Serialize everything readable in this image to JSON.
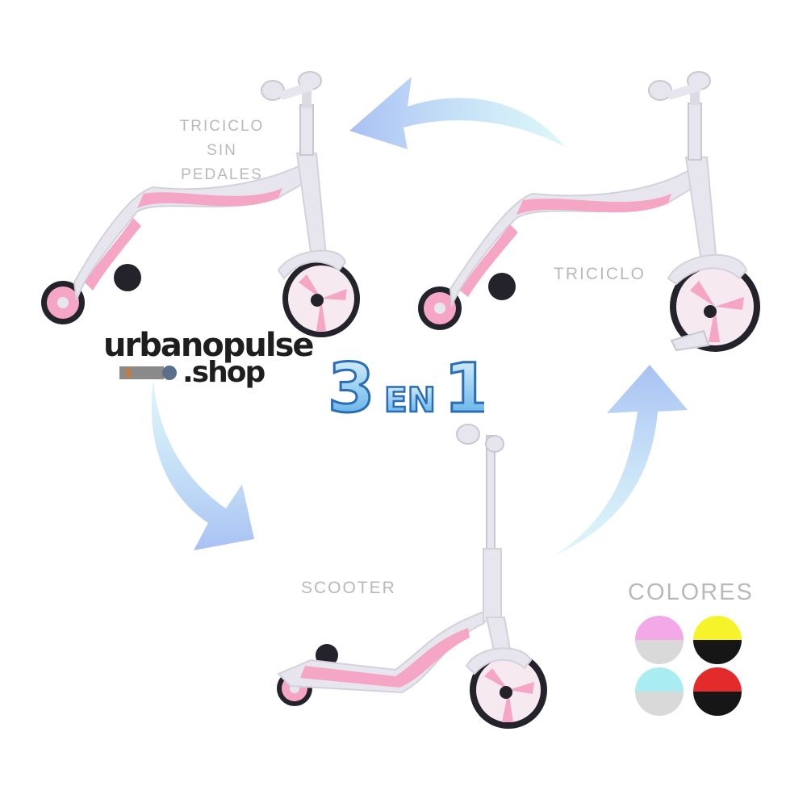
{
  "labels": {
    "triciclo_sin_pedales": [
      "TRICICLO",
      "SIN",
      "PEDALES"
    ],
    "triciclo": "TRICICLO",
    "scooter": "SCOOTER",
    "colores": "COLORES"
  },
  "title": {
    "n1": "3",
    "en": "EN",
    "n2": "1"
  },
  "brand": {
    "line1": "urbanopulse",
    "line2": ".shop"
  },
  "colors": {
    "frame": "#e7e6ee",
    "pink": "#f4a6c4",
    "tire": "#24232b",
    "arrow_blue": "#a9c4f2",
    "arrow_cyan": "#bfeaf5",
    "title_blue": "#5bb8ec",
    "title_outline": "#2b6db3"
  },
  "color_options": [
    {
      "top": "#f3a8e8",
      "bottom": "#d9d9d9"
    },
    {
      "top": "#f6f32a",
      "bottom": "#161616"
    },
    {
      "top": "#a9ecf2",
      "bottom": "#d9d9d9"
    },
    {
      "top": "#e42b2b",
      "bottom": "#161616"
    }
  ]
}
